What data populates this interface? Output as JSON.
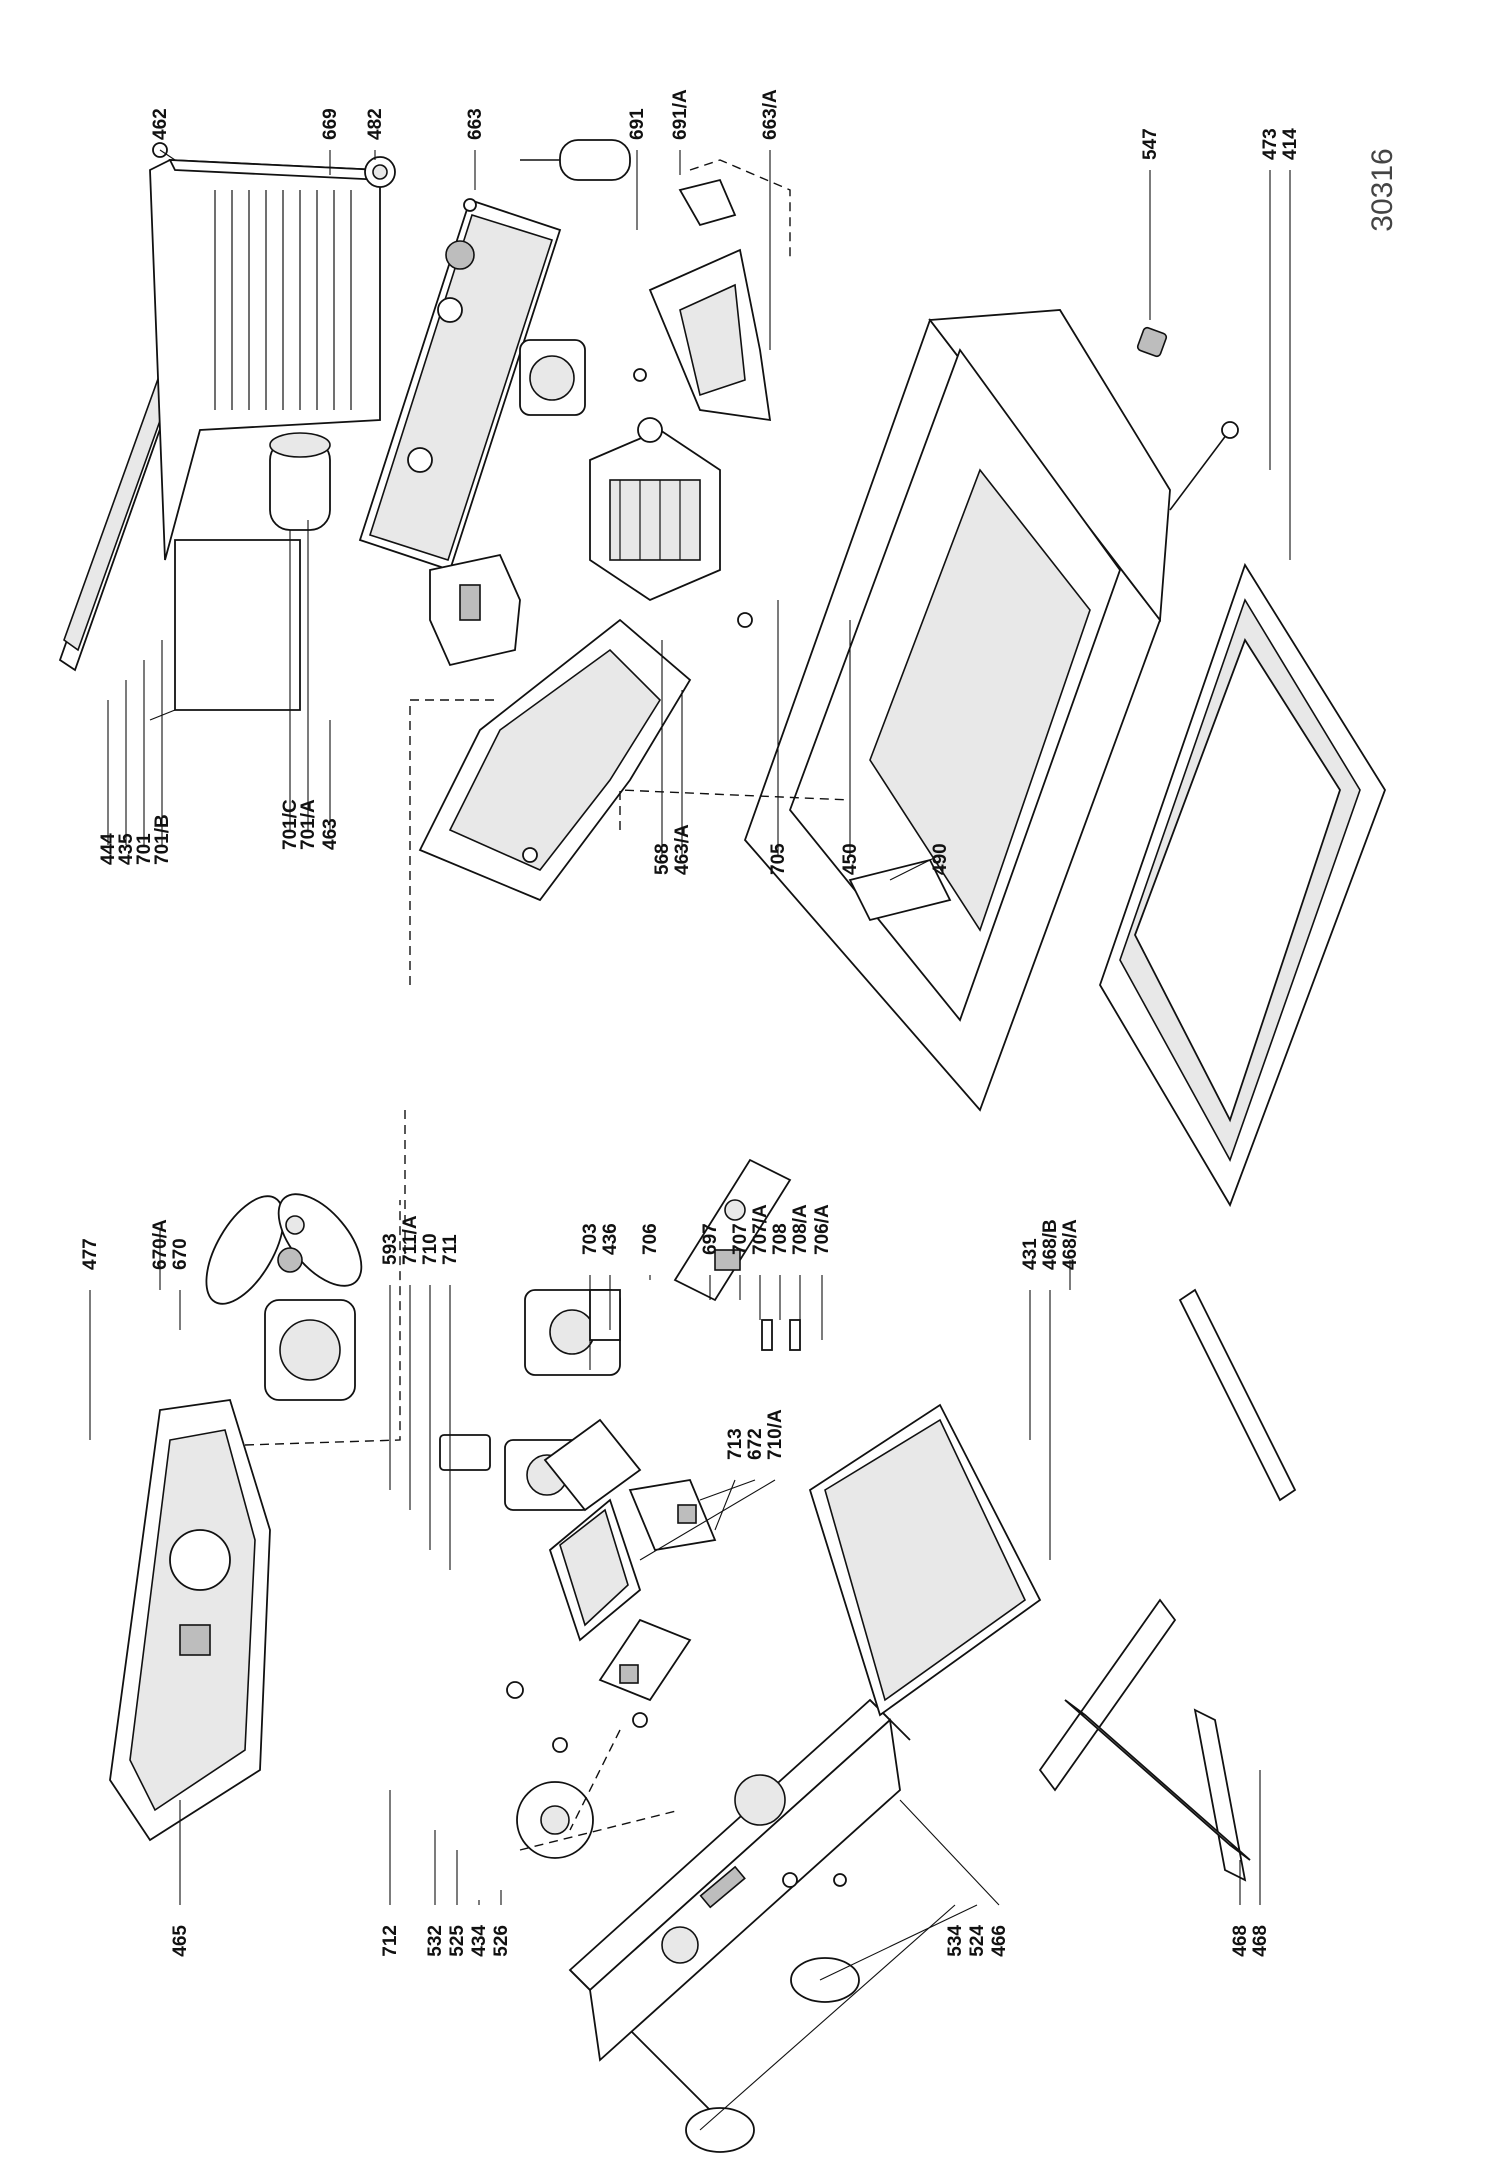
{
  "catalog_number": "30316",
  "part_labels": [
    "444",
    "435",
    "701",
    "701/B",
    "701/C",
    "701/A",
    "463",
    "568",
    "463/A",
    "705",
    "450",
    "490",
    "462",
    "669",
    "482",
    "663",
    "691",
    "691/A",
    "663/A",
    "547",
    "473",
    "414",
    "465",
    "712",
    "532",
    "525",
    "434",
    "526",
    "534",
    "524",
    "466",
    "477",
    "670/A",
    "670",
    "593",
    "711/A",
    "710",
    "711",
    "703",
    "436",
    "706",
    "697",
    "707",
    "707/A",
    "708",
    "708/A",
    "706/A",
    "713",
    "672",
    "710/A",
    "431",
    "468/B",
    "468/A",
    "468",
    "468"
  ]
}
